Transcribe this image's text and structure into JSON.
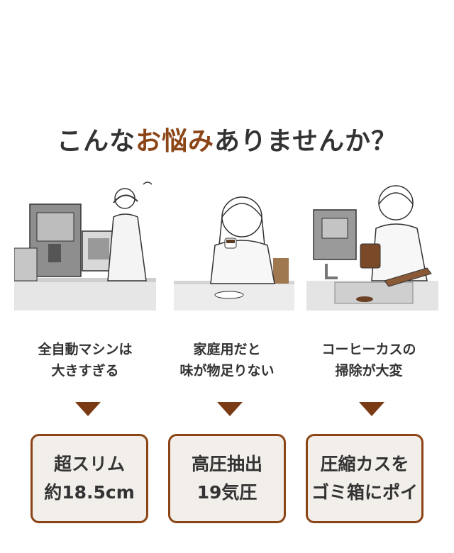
{
  "headline": {
    "pre": "こんな",
    "accent": "お悩み",
    "post": "ありませんか？"
  },
  "issues": [
    {
      "line1": "全自動マシンは",
      "line2": "大きすぎる",
      "solution1": "超スリム",
      "solution2": "約18.5cm"
    },
    {
      "line1": "家庭用だと",
      "line2": "味が物足りない",
      "solution1": "高圧抽出",
      "solution2": "19気圧"
    },
    {
      "line1": "コーヒーカスの",
      "line2": "掃除が大変",
      "solution1": "圧縮カスを",
      "solution2": "ゴミ箱にポイ"
    }
  ],
  "colors": {
    "accent": "#8b4516",
    "box_bg": "#f2eeea",
    "arrow": "#7a3a13"
  }
}
